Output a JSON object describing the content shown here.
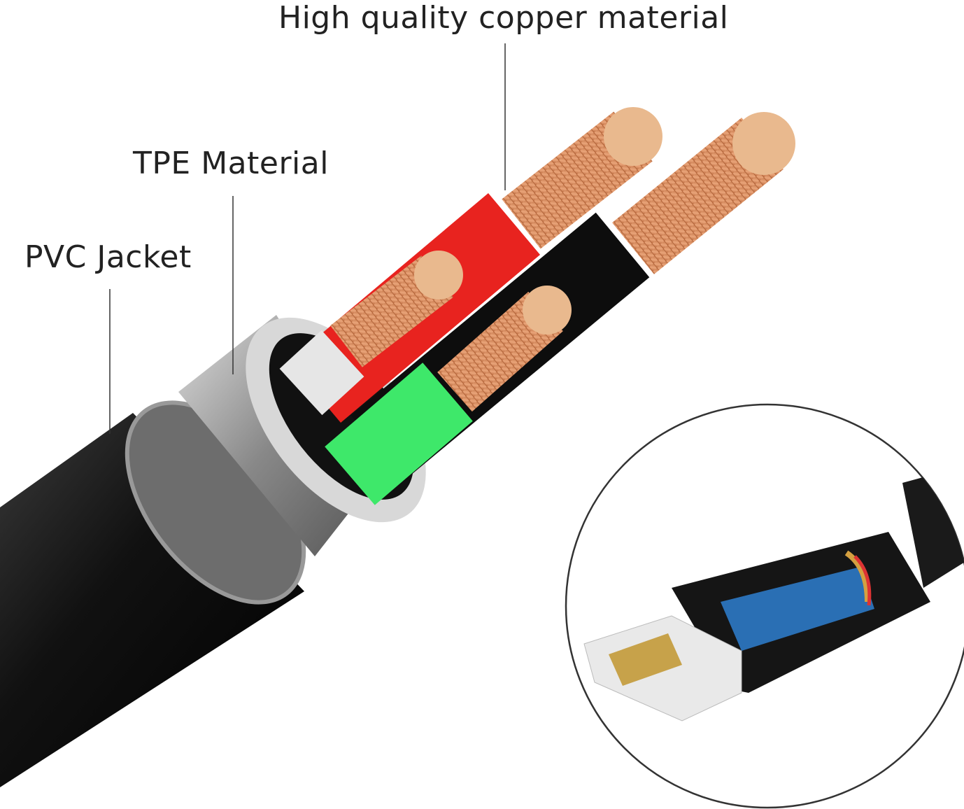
{
  "labels": {
    "copper": "High quality copper material",
    "tpe": "TPE Material",
    "pvc": "PVC Jacket"
  },
  "colors": {
    "jacket": "#111111",
    "copper": "#d9885a",
    "red_wire": "#e8231f",
    "green_wire": "#3ee86a",
    "black_wire": "#0d0d0d",
    "white_wire": "#e6e6e6",
    "silver": "#a9a9a9"
  }
}
